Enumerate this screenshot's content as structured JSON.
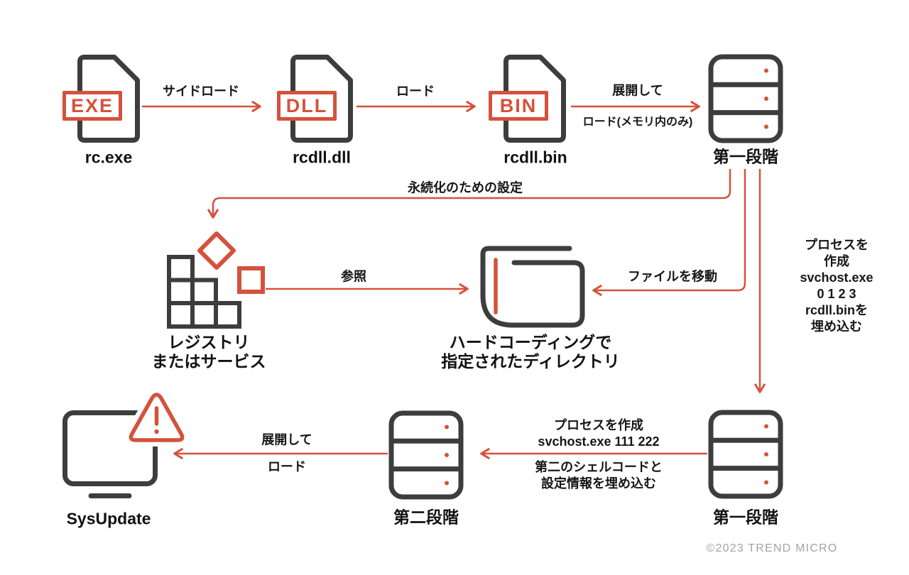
{
  "colors": {
    "accent": "#d4523c",
    "dark": "#3d3d3d",
    "text": "#161616",
    "footer_gray": "#a3a3a3"
  },
  "nodes": {
    "exe": {
      "badge": "EXE",
      "label": "rc.exe"
    },
    "dll": {
      "badge": "DLL",
      "label": "rcdll.dll"
    },
    "bin": {
      "badge": "BIN",
      "label": "rcdll.bin"
    },
    "stage1_top": {
      "label": "第一段階"
    },
    "registry": {
      "label": "レジストリ\nまたはサービス"
    },
    "directory": {
      "label": "ハードコーディングで\n指定されたディレクトリ"
    },
    "stage1_bottom": {
      "label": "第一段階"
    },
    "stage2": {
      "label": "第二段階"
    },
    "sysupdate": {
      "label": "SysUpdate"
    }
  },
  "edges": {
    "sideload": {
      "label": "サイドロード"
    },
    "load": {
      "label": "ロード"
    },
    "deploy_top": {
      "label_above": "展開して",
      "label_below": "ロード(メモリ内のみ)"
    },
    "persistence": {
      "label": "永続化のための設定"
    },
    "reference": {
      "label": "参照"
    },
    "move_file": {
      "label": "ファイルを移動"
    },
    "create_process_1": {
      "label": "プロセスを作成\nsvchost.exe 0 1 2 3\nrcdll.binを埋め込む"
    },
    "create_process_2": {
      "label_above": "プロセスを作成\nsvchost.exe 111 222",
      "label_below": "第二のシェルコードと\n設定情報を埋め込む"
    },
    "deploy_bottom": {
      "label_above": "展開して",
      "label_below": "ロード"
    }
  },
  "footer": {
    "copyright": "©2023 TREND MICRO"
  }
}
